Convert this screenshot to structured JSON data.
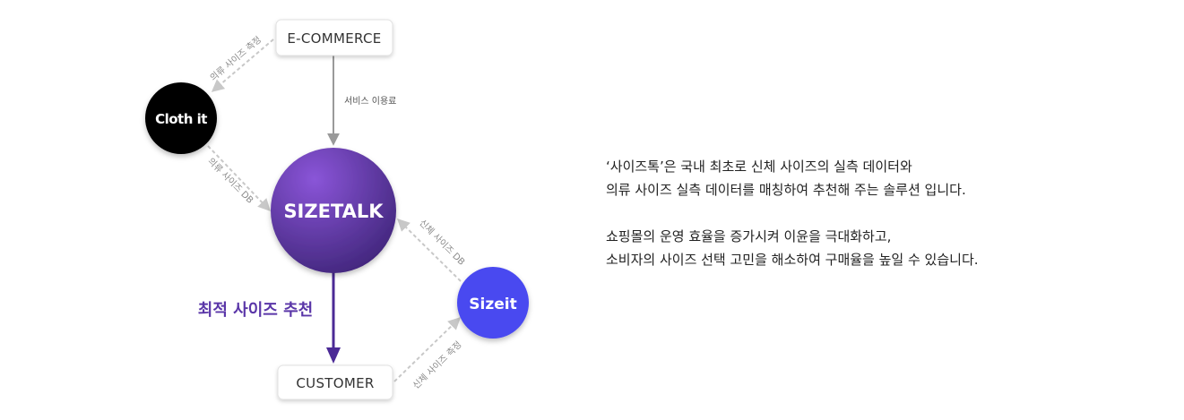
{
  "nodes": {
    "ecommerce": "E-COMMERCE",
    "clothit": "Cloth it",
    "sizetalk": "SIZETALK",
    "sizeit": "Sizeit",
    "customer": "CUSTOMER"
  },
  "edges": {
    "ecommerce_to_clothit": "의류 사이즈 측정",
    "ecommerce_to_sizetalk": "서비스 이용료",
    "clothit_to_sizetalk": "의류 사이즈 DB",
    "sizeit_to_sizetalk": "신체 사이즈 DB",
    "customer_to_sizeit": "신체 사이즈 측정",
    "sizetalk_to_customer": "최적 사이즈 추천"
  },
  "colors": {
    "sizetalk_gradient_start": "#8a55d8",
    "sizetalk_gradient_end": "#3e2478",
    "clothit": "#000000",
    "sizeit": "#4a4af0",
    "recommend_arrow": "#4b2a96",
    "dashed_arrow": "#c8c8c8",
    "solid_arrow": "#9a9a9a"
  },
  "description": {
    "paragraph1_line1": "‘사이즈톡’은 국내 최초로 신체 사이즈의 실측 데이터와",
    "paragraph1_line2": "의류 사이즈 실측 데이터를 매칭하여 추천해 주는 솔루션 입니다.",
    "paragraph2_line1": "쇼핑몰의 운영 효율을 증가시켜 이윤을 극대화하고,",
    "paragraph2_line2": "소비자의 사이즈 선택 고민을 해소하여 구매율을 높일 수 있습니다."
  }
}
